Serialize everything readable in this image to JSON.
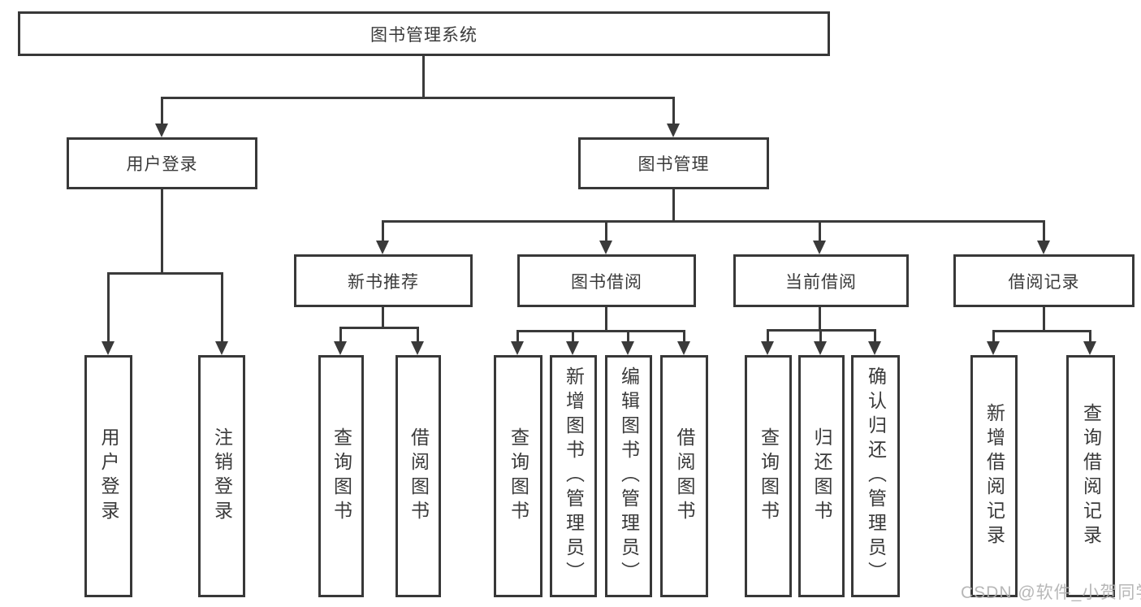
{
  "diagram": {
    "title_node": "图书管理系统",
    "level2": [
      {
        "label": "用户登录"
      },
      {
        "label": "图书管理"
      }
    ],
    "level3": [
      {
        "label": "新书推荐"
      },
      {
        "label": "图书借阅"
      },
      {
        "label": "当前借阅"
      },
      {
        "label": "借阅记录"
      }
    ],
    "leaves_user_login": [
      "用户登录",
      "注销登录"
    ],
    "leaves_new_book": [
      "查询图书",
      "借阅图书"
    ],
    "leaves_book_borrow": [
      "查询图书",
      "新增图书（管理员）",
      "编辑图书（管理员）",
      "借阅图书"
    ],
    "leaves_current_borrow": [
      "查询图书",
      "归还图书",
      "确认归还（管理员）"
    ],
    "leaves_borrow_record": [
      "新增借阅记录",
      "查询借阅记录"
    ]
  },
  "watermark": "CSDN @软件_小贺同学",
  "colors": {
    "line": "#3a3a3a",
    "border": "#383838",
    "text": "#3a3a3a",
    "watermark": "#afafaf",
    "background": "#ffffff"
  }
}
